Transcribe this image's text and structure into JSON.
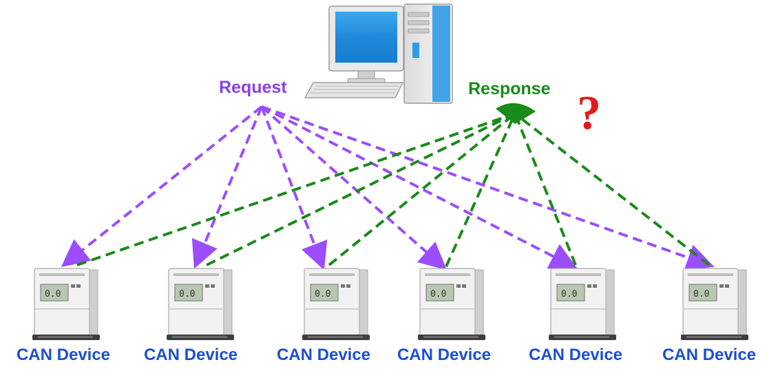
{
  "request_label": "Request",
  "response_label": "Response",
  "unknown_marker": "?",
  "device_screen_text": "0.0",
  "devices": [
    {
      "label": "CAN Device"
    },
    {
      "label": "CAN Device"
    },
    {
      "label": "CAN Device"
    },
    {
      "label": "CAN Device"
    },
    {
      "label": "CAN Device"
    },
    {
      "label": "CAN Device"
    }
  ],
  "colors": {
    "request": "#9b4dff",
    "response": "#1a8a1a",
    "device_label": "#1c4fcf",
    "question": "#e31b1b"
  },
  "icons": {
    "host": "desktop-computer-icon",
    "device": "can-device-icon"
  }
}
